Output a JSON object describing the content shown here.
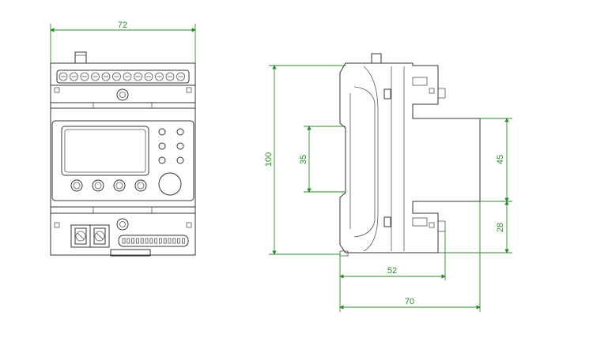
{
  "colors": {
    "dimension": "#2b8a2b",
    "outline": "#333333",
    "background": "#ffffff"
  },
  "front_view": {
    "width_label": "72"
  },
  "side_view": {
    "height_label": "100",
    "rail_label": "35",
    "upper_depth_label": "45",
    "lower_depth_label": "28",
    "depth_52_label": "52",
    "depth_70_label": "70"
  }
}
